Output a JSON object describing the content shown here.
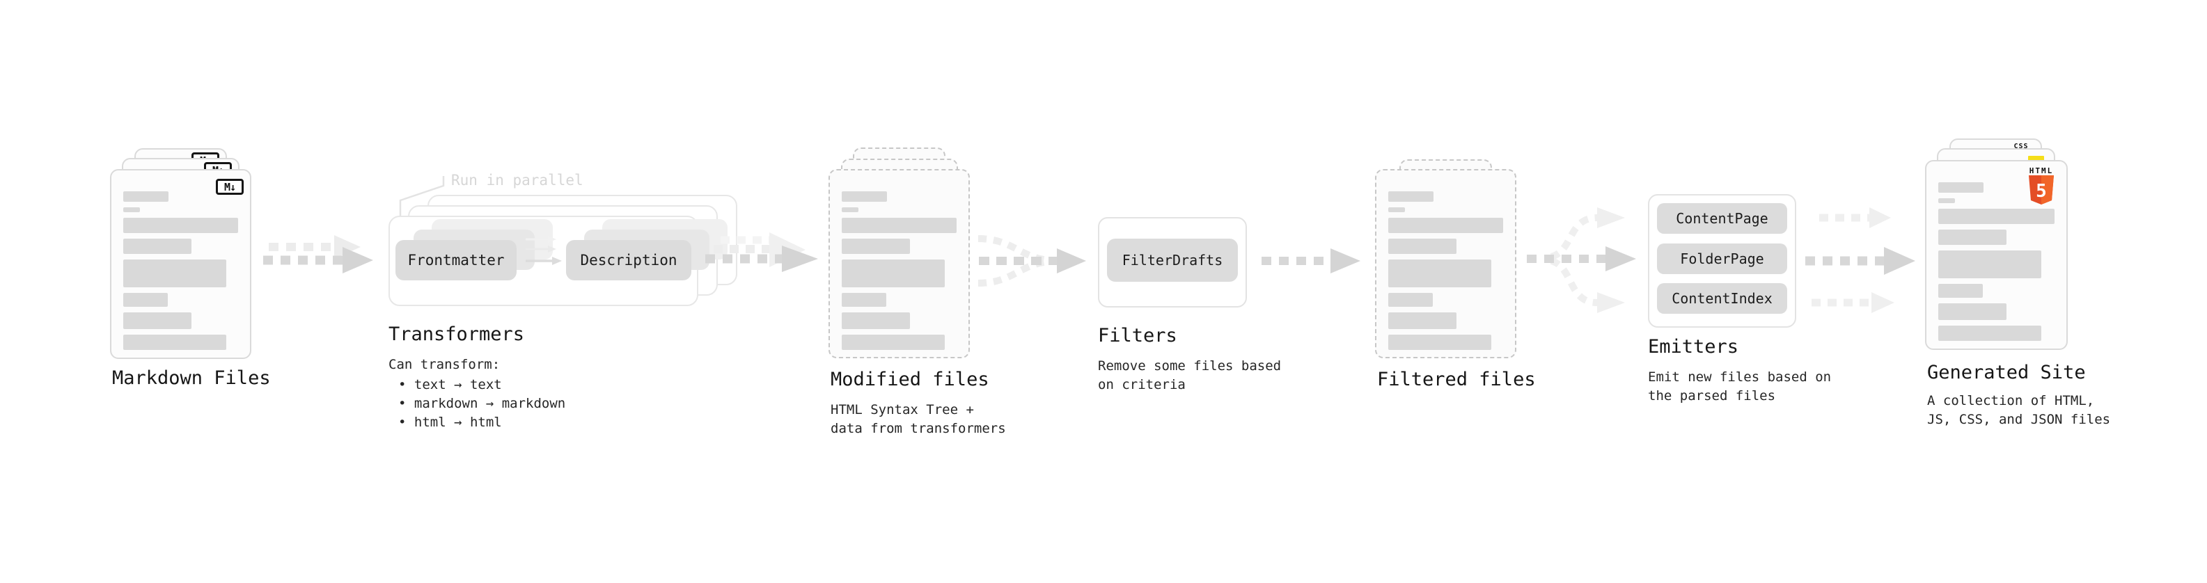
{
  "stages": {
    "markdown": {
      "label": "Markdown Files",
      "badge": "M↓"
    },
    "transformers": {
      "label": "Transformers",
      "annotation": "Run in parallel",
      "buttons": {
        "left": "Frontmatter",
        "right": "Description"
      },
      "desc": "Can transform:",
      "bullets": [
        "• text → text",
        "• markdown → markdown",
        "• html → html"
      ]
    },
    "modified": {
      "label": "Modified files",
      "sub": [
        "HTML Syntax Tree +",
        "data from transformers"
      ]
    },
    "filters": {
      "label": "Filters",
      "button": "FilterDrafts",
      "sub": [
        "Remove some files based",
        "on criteria"
      ]
    },
    "filtered": {
      "label": "Filtered files"
    },
    "emitters": {
      "label": "Emitters",
      "buttons": [
        "ContentPage",
        "FolderPage",
        "ContentIndex"
      ],
      "sub": [
        "Emit new files based on",
        "the parsed files"
      ]
    },
    "generated": {
      "label": "Generated Site",
      "sub": [
        "A collection of HTML,",
        "JS, CSS, and JSON files"
      ],
      "badges": {
        "css": "CSS",
        "html_label": "HTML",
        "html_number": "5"
      }
    }
  },
  "colors": {
    "html5_orange": "#e44d26",
    "html5_orange_light": "#f16529",
    "js_yellow": "#f5de19",
    "css_blue": "#2d53e5"
  }
}
